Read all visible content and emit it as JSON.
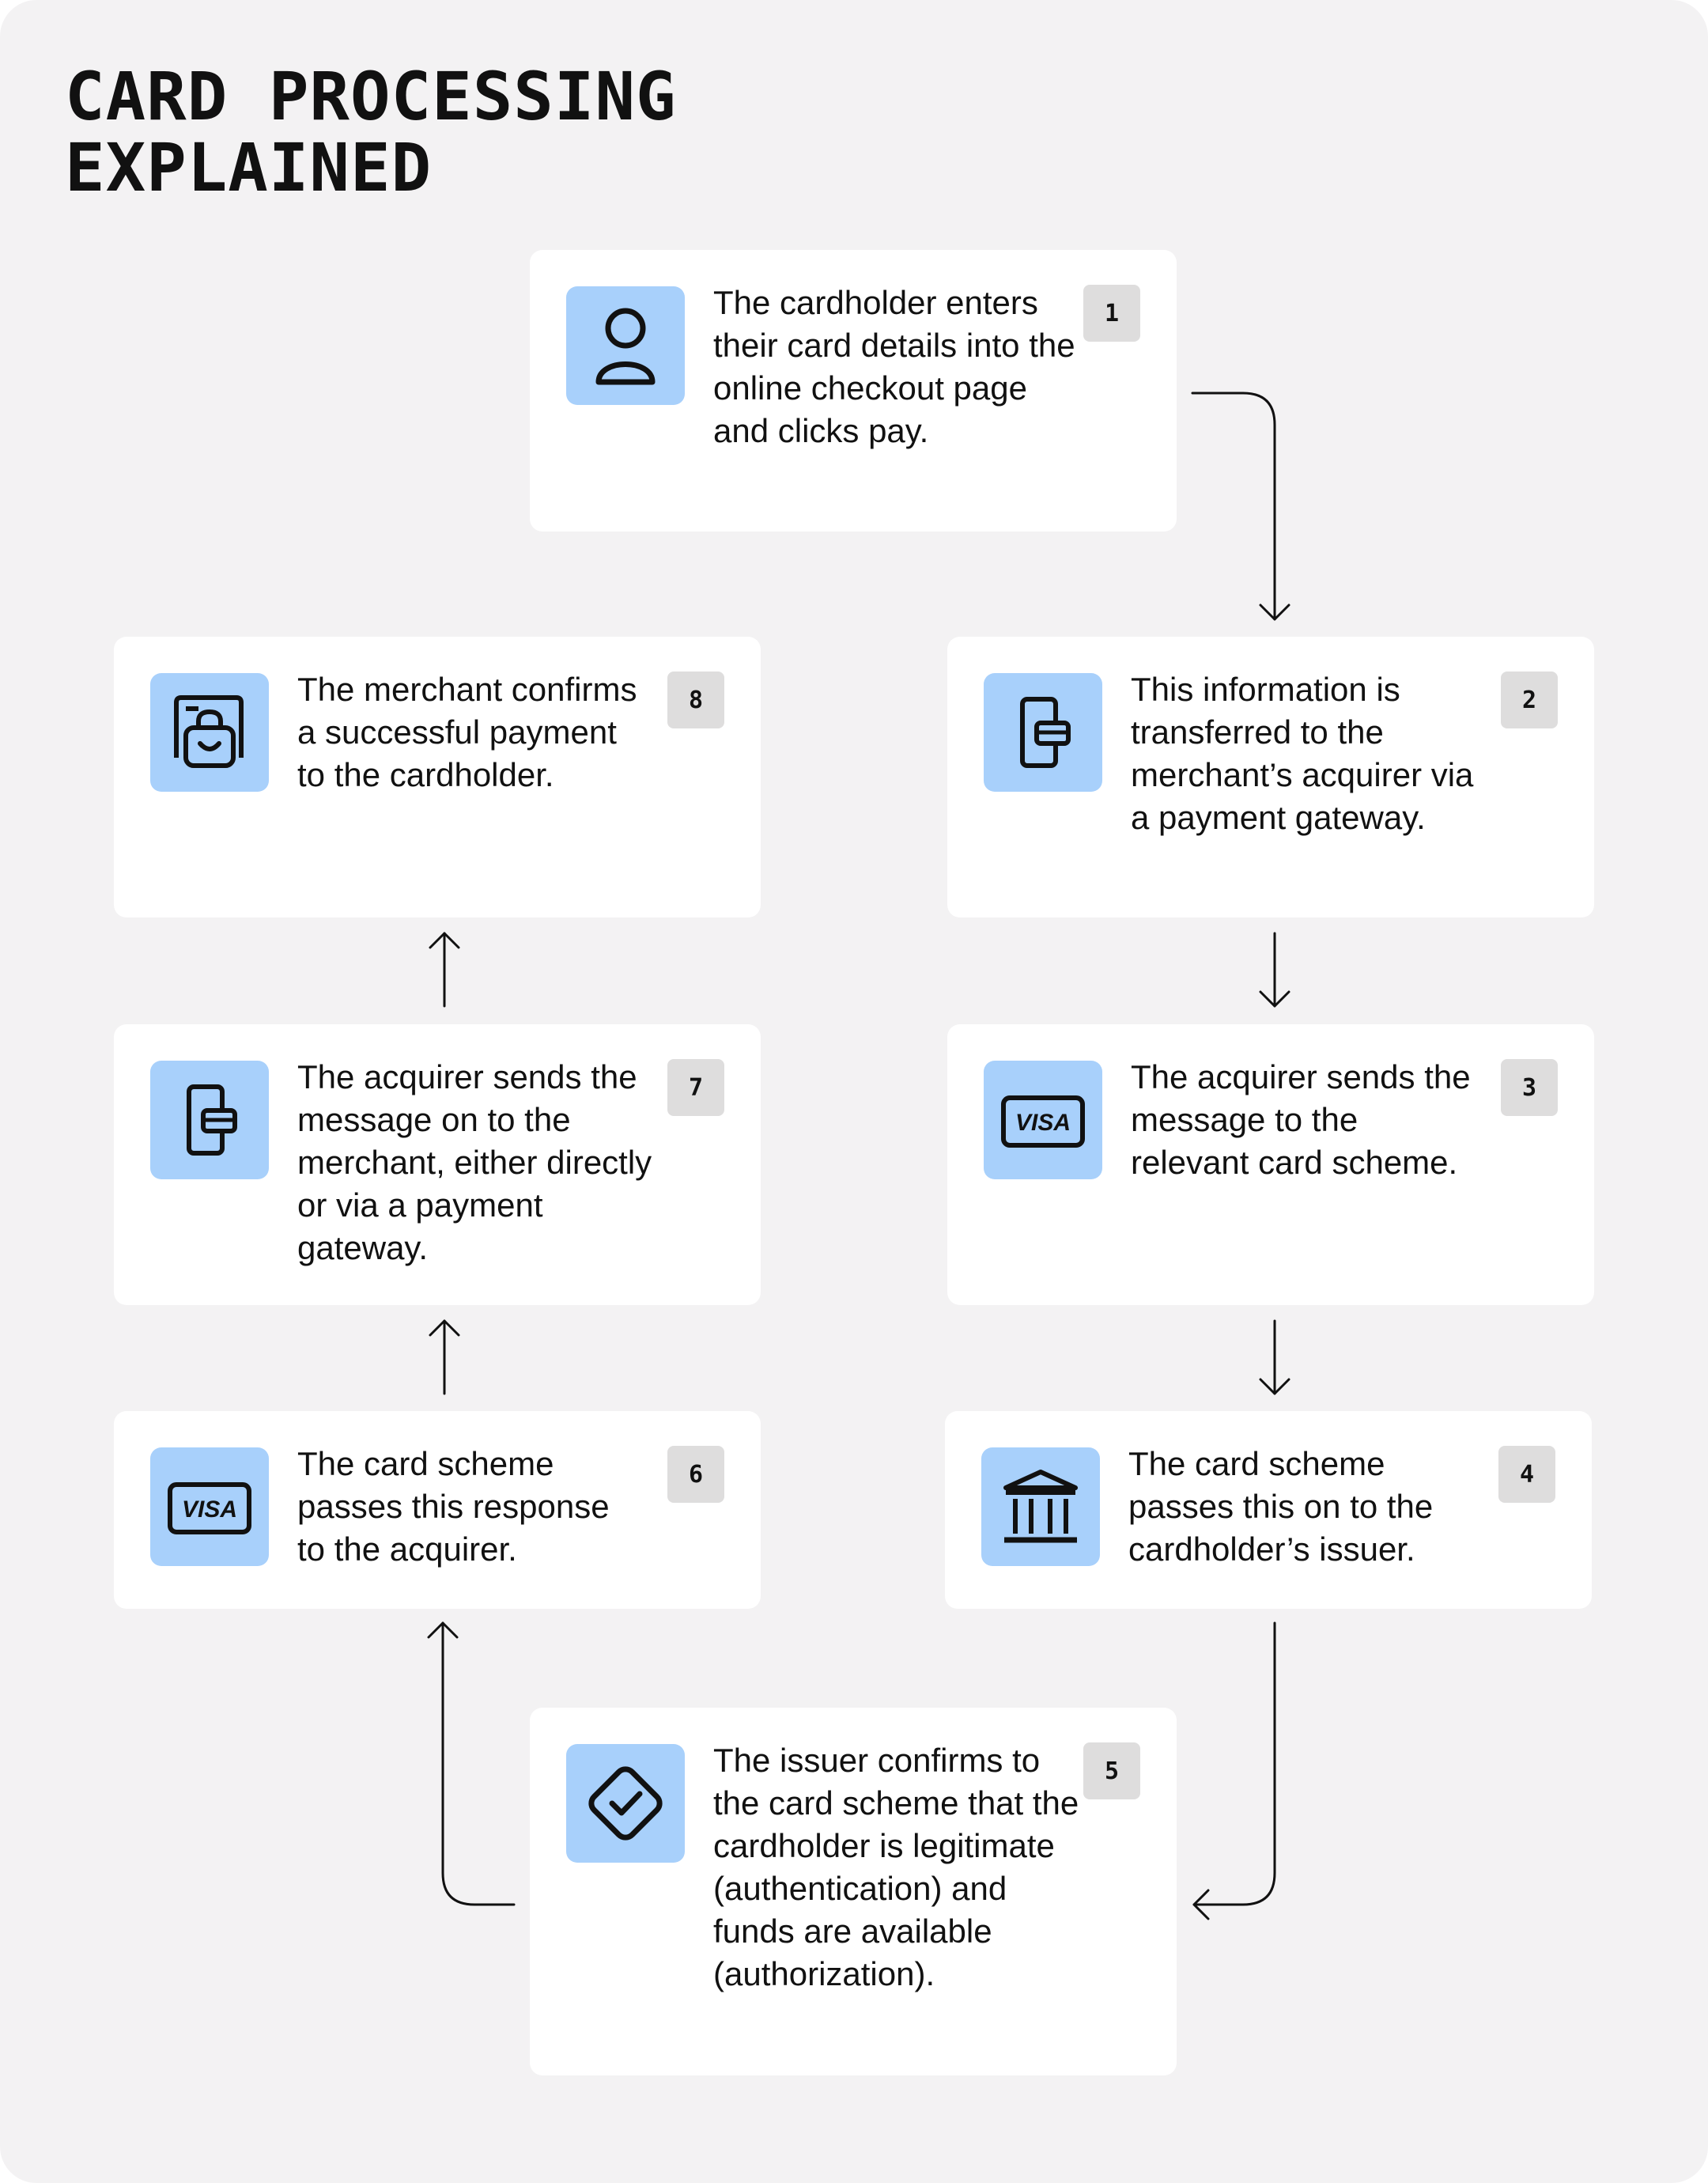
{
  "title": {
    "line1": "CARD PROCESSING",
    "line2": "EXPLAINED"
  },
  "steps": [
    {
      "number": "1",
      "icon": "person-icon",
      "text": "The cardholder enters their card details into the online checkout page and clicks pay."
    },
    {
      "number": "2",
      "icon": "payment-gateway-icon",
      "text": "This information is transferred to the merchant’s acquirer via a payment gateway."
    },
    {
      "number": "3",
      "icon": "visa-card-icon",
      "text": "The acquirer sends the message to the relevant card scheme."
    },
    {
      "number": "4",
      "icon": "bank-icon",
      "text": "The card scheme passes this on to the cardholder’s issuer."
    },
    {
      "number": "5",
      "icon": "checkmark-diamond-icon",
      "text": "The issuer confirms to the card scheme that the cardholder is legitimate (authentication) and funds are available (authorization)."
    },
    {
      "number": "6",
      "icon": "visa-card-icon",
      "text": "The card scheme passes this response to the acquirer."
    },
    {
      "number": "7",
      "icon": "payment-gateway-icon",
      "text": "The acquirer sends the message on to the merchant, either directly or via a payment gateway."
    },
    {
      "number": "8",
      "icon": "shopping-bag-icon",
      "text": "The merchant confirms a successful payment to the cardholder."
    }
  ],
  "icons": {
    "visa_wordmark": "VISA"
  },
  "colors": {
    "background": "#f3f2f3",
    "card": "#ffffff",
    "icon_tile": "#a8d0fb",
    "badge": "#dedddd",
    "text": "#111111"
  }
}
